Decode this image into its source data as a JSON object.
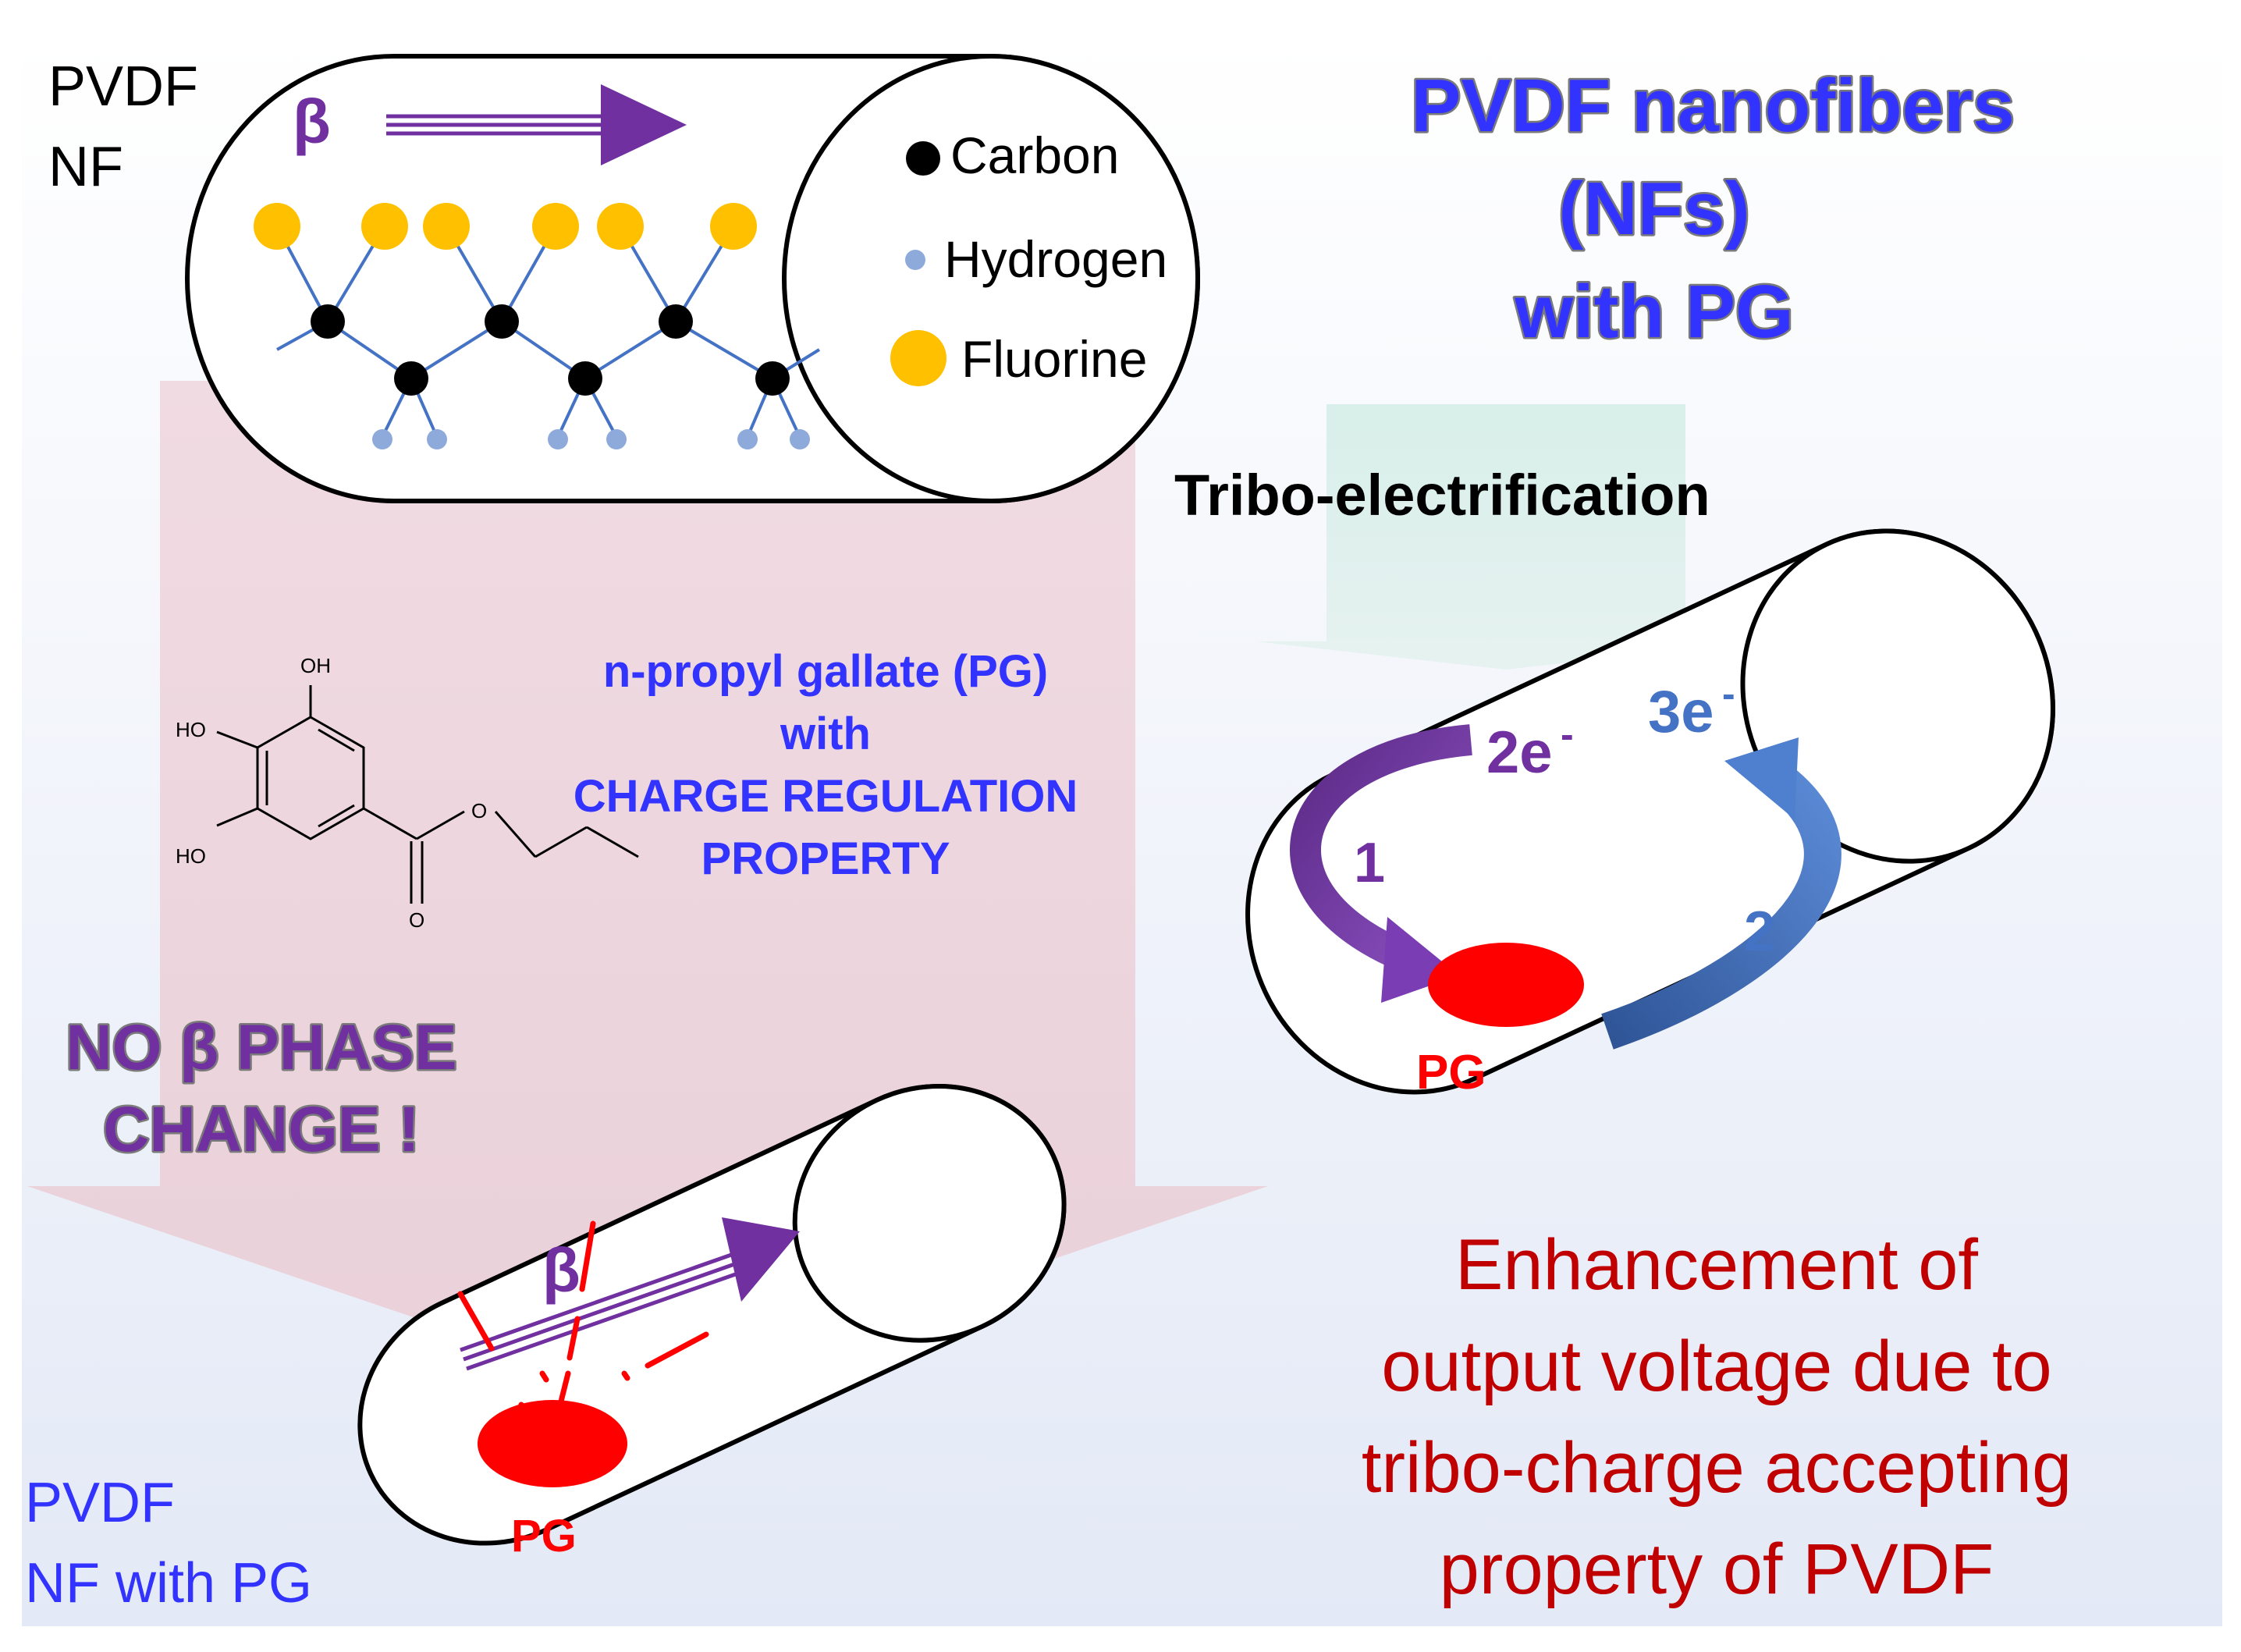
{
  "colors": {
    "background_gradient_top": "#ffffff",
    "background_gradient_bottom": "#e3e9f6",
    "pink_arrow": "#eed6de",
    "green_arrow": "#cfe9e2",
    "purple": "#7030a0",
    "blue_text": "#3333ff",
    "dark_red_text": "#c00000",
    "red_pg": "#ff0000",
    "steel_blue": "#4472c4",
    "carbon": "#000000",
    "hydrogen": "#8eaadb",
    "fluorine": "#ffc000",
    "bond": "#4472c4"
  },
  "top_fiber": {
    "label_line1": "PVDF",
    "label_line2": "NF",
    "beta_symbol": "β",
    "legend": [
      {
        "name": "Carbon",
        "icon": "carbon-dot"
      },
      {
        "name": "Hydrogen",
        "icon": "hydrogen-dot"
      },
      {
        "name": "Fluorine",
        "icon": "fluorine-dot"
      }
    ]
  },
  "title": {
    "line1": "PVDF nanofibers",
    "line2": "(NFs)",
    "line3": "with PG"
  },
  "tribo_label": "Tribo-electrification",
  "molecule": {
    "oh_top": "OH",
    "ho_mid": "HO",
    "ho_low": "HO",
    "ester_o": "O",
    "carbonyl_o": "O"
  },
  "pg_description": {
    "line1": "n-propyl gallate (PG)",
    "line2": "with",
    "line3": "CHARGE REGULATION",
    "line4": "PROPERTY"
  },
  "no_beta": {
    "line1": "NO β PHASE",
    "line2": "CHANGE !"
  },
  "bottom_fiber": {
    "beta_symbol": "β",
    "pg_label": "PG",
    "label_line1": "PVDF",
    "label_line2": "NF with PG"
  },
  "right_fiber": {
    "electrons_2": "2e",
    "electrons_3": "3e",
    "superscript": "-",
    "step1": "1",
    "step2": "2",
    "pg_label": "PG"
  },
  "conclusion": {
    "line1": "Enhancement of",
    "line2": "output voltage due to",
    "line3": "tribo-charge accepting",
    "line4": "property of PVDF"
  }
}
